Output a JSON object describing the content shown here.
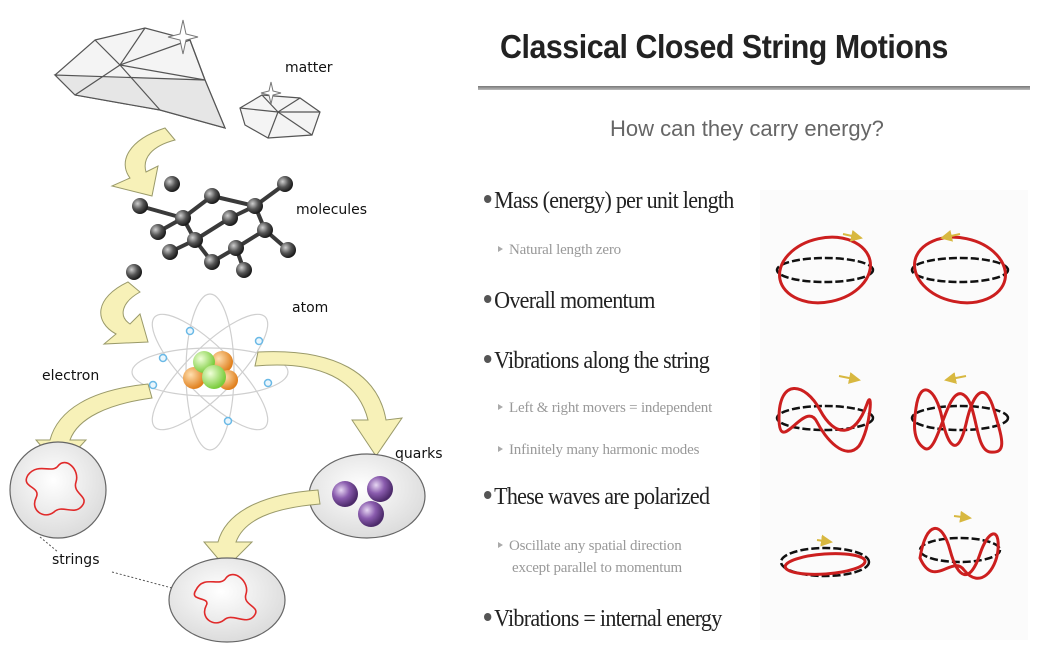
{
  "diagram": {
    "labels": {
      "matter": "matter",
      "molecules": "molecules",
      "atom": "atom",
      "electron": "electron",
      "quarks": "quarks",
      "strings": "strings"
    },
    "colors": {
      "arrow_fill": "#f7f1b8",
      "string_red": "#e02a2a",
      "quark_purple": "#7a4b9c",
      "molecule_grey": "#3a3a3a",
      "nucleus_green": "#9fe06a",
      "nucleus_orange": "#f09a3a",
      "electron_blue": "#6ab9e6"
    }
  },
  "slide": {
    "title": "Classical Closed String Motions",
    "subtitle": "How can they carry energy?",
    "bullets": [
      {
        "text": "Mass (energy) per unit length",
        "sub": [
          "Natural length zero"
        ]
      },
      {
        "text": "Overall momentum",
        "sub": []
      },
      {
        "text": "Vibrations along the string",
        "sub": [
          "Left & right movers = independent",
          "Infinitely many harmonic modes"
        ]
      },
      {
        "text": "These waves are polarized",
        "sub": [
          "Oscillate any spatial direction",
          "except parallel to momentum"
        ]
      },
      {
        "text": "Vibrations = internal energy",
        "sub": []
      }
    ]
  }
}
